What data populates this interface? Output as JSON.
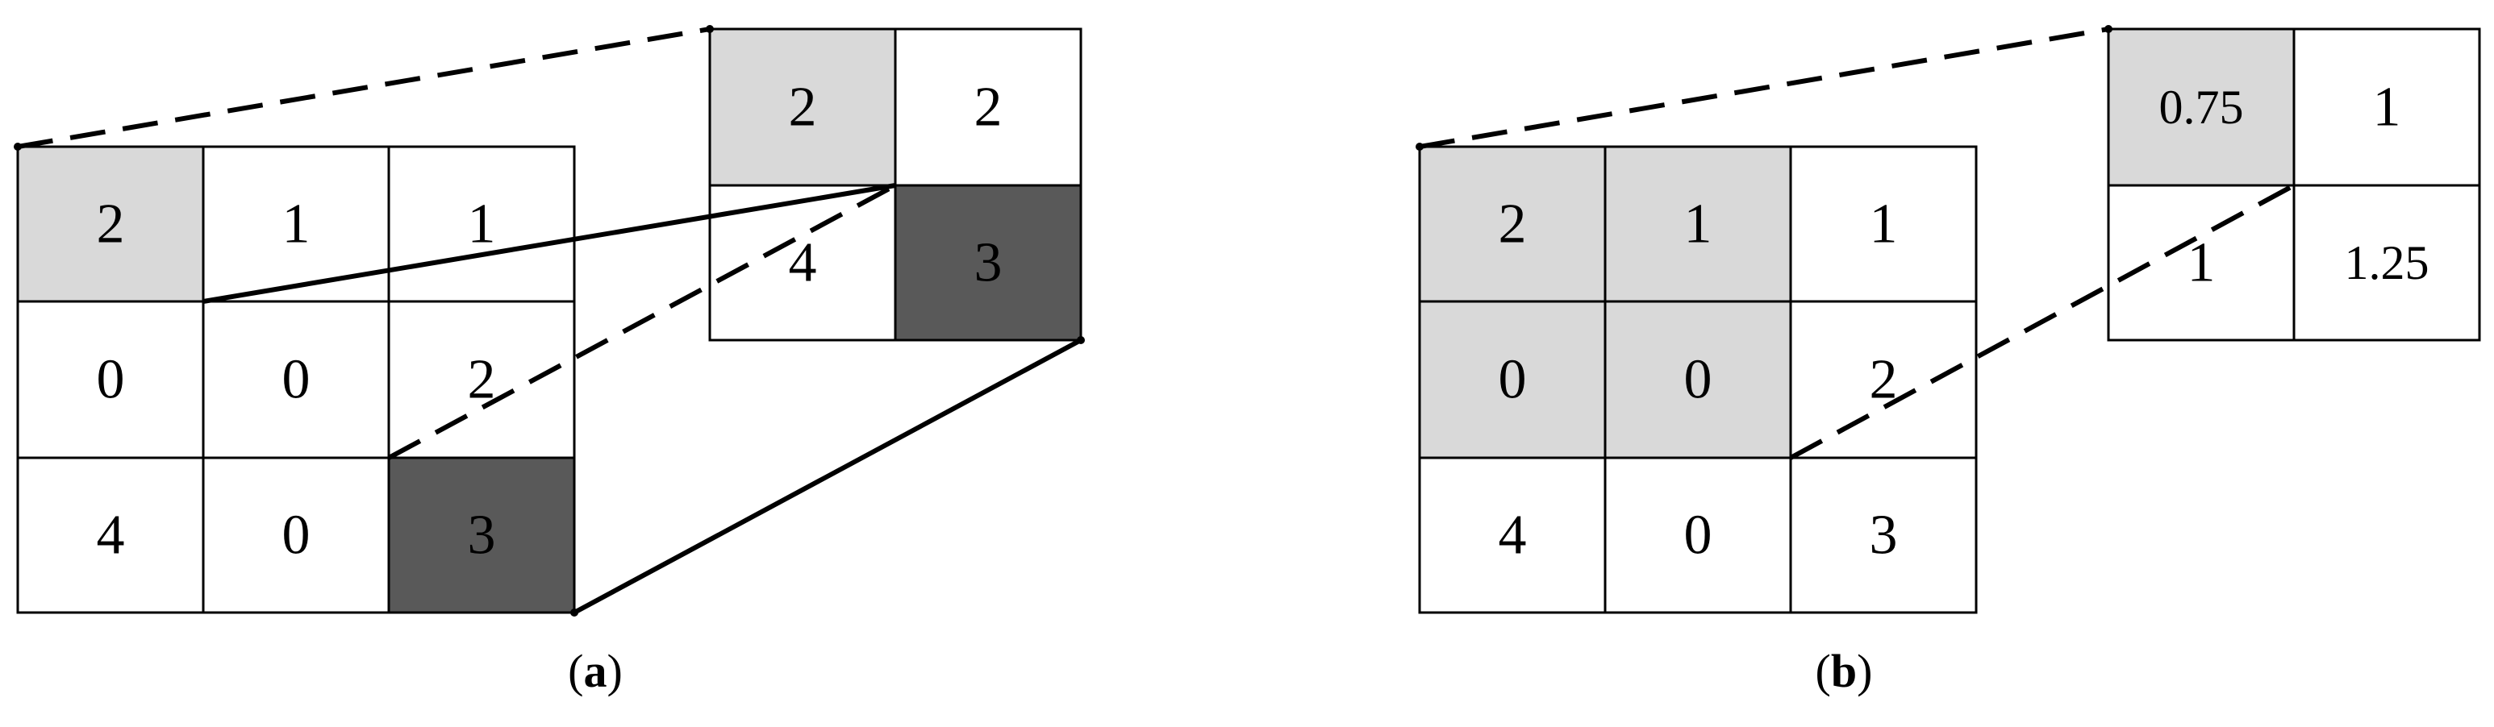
{
  "colors": {
    "cell_default": "#ffffff",
    "cell_pooled": "#d9d9d9",
    "cell_max": "#595959",
    "grid_line": "#000000",
    "connector": "#000000"
  },
  "panel_a": {
    "caption_open": "(",
    "caption_letter": "a",
    "caption_close": ")",
    "input": {
      "cells": [
        [
          "2",
          "1",
          "1"
        ],
        [
          "0",
          "0",
          "2"
        ],
        [
          "4",
          "0",
          "3"
        ]
      ],
      "fills": [
        [
          "pooled",
          "default",
          "default"
        ],
        [
          "default",
          "default",
          "default"
        ],
        [
          "default",
          "default",
          "max"
        ]
      ]
    },
    "output": {
      "cells": [
        [
          "2",
          "2"
        ],
        [
          "4",
          "3"
        ]
      ],
      "fills": [
        [
          "pooled",
          "default"
        ],
        [
          "default",
          "max"
        ]
      ]
    }
  },
  "panel_b": {
    "caption_open": "(",
    "caption_letter": "b",
    "caption_close": ")",
    "input": {
      "cells": [
        [
          "2",
          "1",
          "1"
        ],
        [
          "0",
          "0",
          "2"
        ],
        [
          "4",
          "0",
          "3"
        ]
      ],
      "fills": [
        [
          "pooled",
          "pooled",
          "default"
        ],
        [
          "pooled",
          "pooled",
          "default"
        ],
        [
          "default",
          "default",
          "default"
        ]
      ]
    },
    "output": {
      "cells": [
        [
          "0.75",
          "1"
        ],
        [
          "1",
          "1.25"
        ]
      ],
      "fills": [
        [
          "pooled",
          "default"
        ],
        [
          "default",
          "default"
        ]
      ]
    }
  }
}
